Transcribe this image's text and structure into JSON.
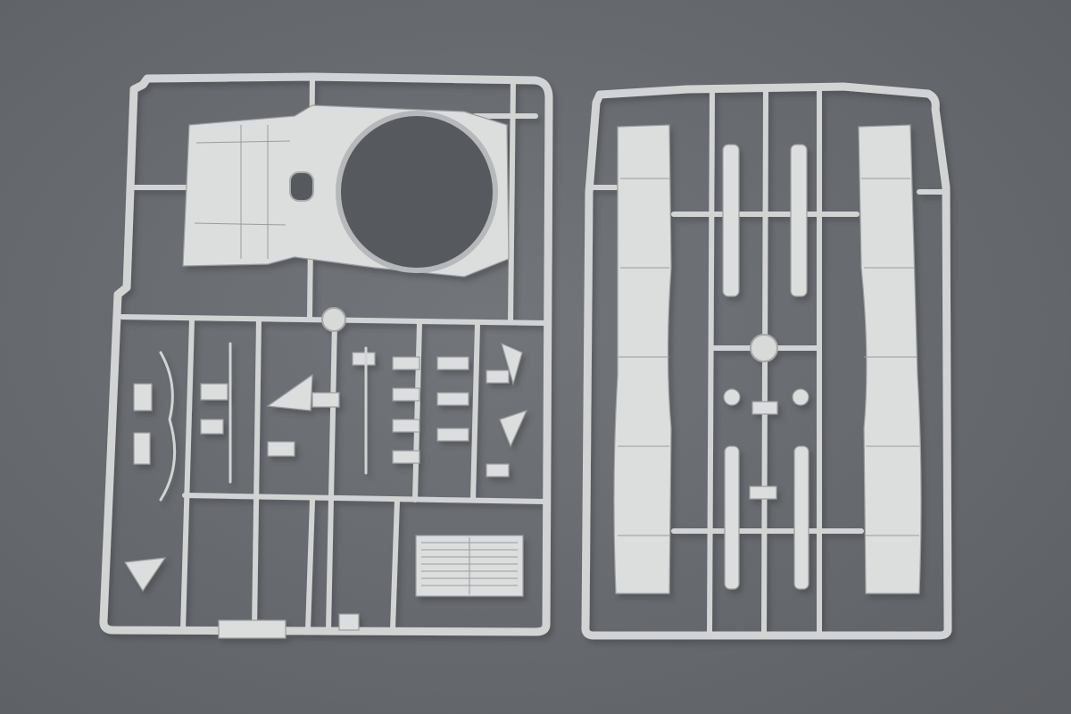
{
  "colors": {
    "background": "#5d6064",
    "background_light": "#72767a",
    "sprue": "#d2d3d3",
    "plastic": "#dcdddd",
    "edge": "#9a9c9e",
    "shadow": "#3f4246"
  },
  "scene": {
    "subject": "model-kit-sprue-sheets",
    "items": [
      {
        "name": "left-sprue-frame",
        "icon": "sprue-frame-icon"
      },
      {
        "name": "right-sprue-frame",
        "icon": "sprue-frame-icon"
      }
    ]
  }
}
